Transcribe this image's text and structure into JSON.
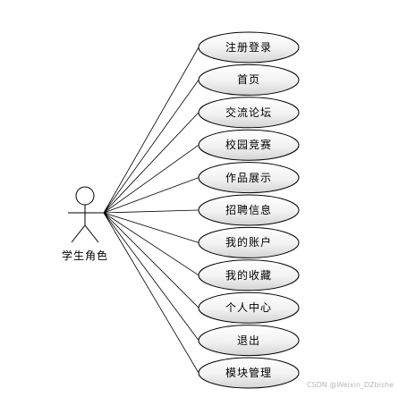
{
  "actor": {
    "label": "学生角色"
  },
  "use_cases": [
    {
      "label": "注册登录"
    },
    {
      "label": "首页"
    },
    {
      "label": "交流论坛"
    },
    {
      "label": "校园竞赛"
    },
    {
      "label": "作品展示"
    },
    {
      "label": "招聘信息"
    },
    {
      "label": "我的账户"
    },
    {
      "label": "我的收藏"
    },
    {
      "label": "个人中心"
    },
    {
      "label": "退出"
    },
    {
      "label": "模块管理"
    }
  ],
  "watermark": "CSDN @Weixin_DZbishe",
  "colors": {
    "stroke": "#000000",
    "ellipse_fill_light": "#ffffff",
    "ellipse_fill_dark": "#d4d4d4"
  }
}
